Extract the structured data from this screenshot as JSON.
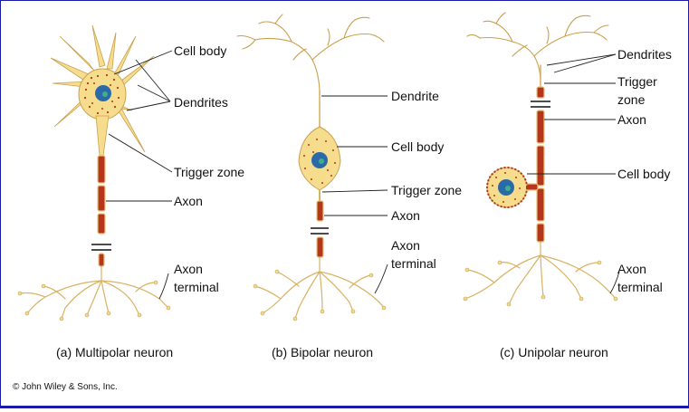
{
  "panels": {
    "multipolar": {
      "caption": "(a) Multipolar neuron",
      "labels": {
        "cell_body": "Cell body",
        "dendrites": "Dendrites",
        "trigger_zone": "Trigger zone",
        "axon": "Axon",
        "axon_terminal_1": "Axon",
        "axon_terminal_2": "terminal"
      }
    },
    "bipolar": {
      "caption": "(b) Bipolar neuron",
      "labels": {
        "dendrite": "Dendrite",
        "cell_body": "Cell body",
        "trigger_zone": "Trigger zone",
        "axon": "Axon",
        "axon_terminal_1": "Axon",
        "axon_terminal_2": "terminal"
      }
    },
    "unipolar": {
      "caption": "(c) Unipolar neuron",
      "labels": {
        "dendrites": "Dendrites",
        "trigger_zone_1": "Trigger",
        "trigger_zone_2": "zone",
        "axon": "Axon",
        "cell_body": "Cell body",
        "axon_terminal_1": "Axon",
        "axon_terminal_2": "terminal"
      }
    }
  },
  "copyright": "© John Wiley & Sons, Inc.",
  "colors": {
    "frame": "#1a1aa8",
    "soma": "#f6dd8e",
    "axon_myelin": "#b5361c",
    "nucleus": "#2a6aa8"
  }
}
